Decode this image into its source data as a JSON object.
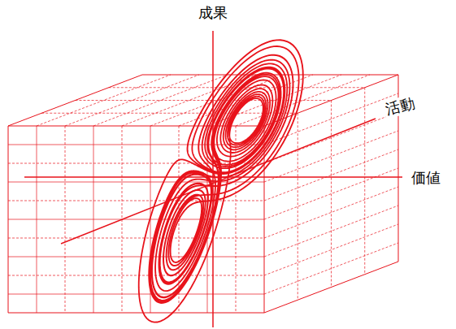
{
  "diagram": {
    "labels": [
      "成果",
      "活動",
      "価値"
    ]
  }
}
